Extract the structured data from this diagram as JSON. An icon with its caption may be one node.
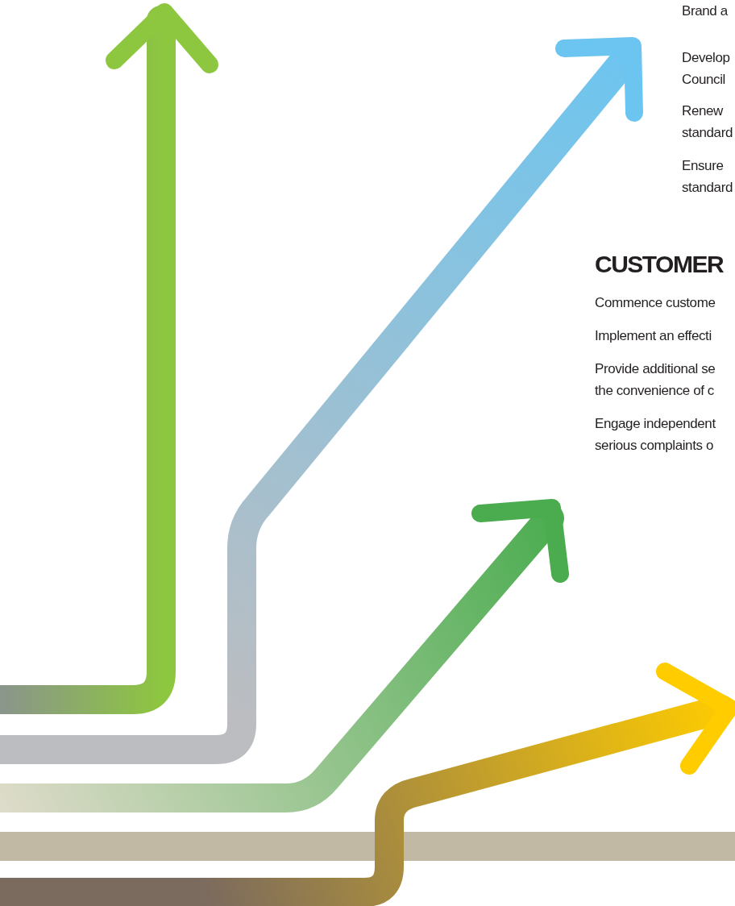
{
  "diagram": {
    "labels": [
      "Brand a",
      "Develop Council",
      "Renew standard",
      "Ensure standard",
      "CUSTOMER",
      "Commence custome",
      "Implement an effecti",
      "Provide additional se the convenience of c",
      "Engage independent serious complaints o"
    ]
  }
}
